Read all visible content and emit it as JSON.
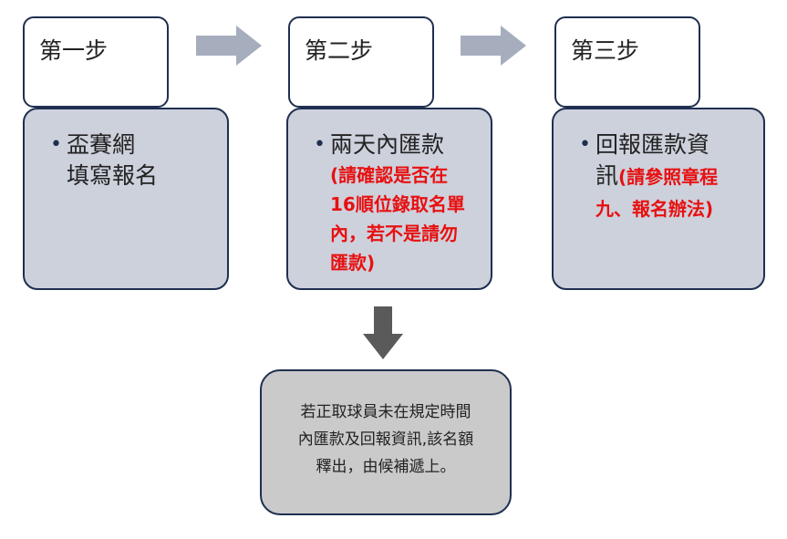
{
  "steps": [
    {
      "title": "第一步",
      "line1": "盃賽網",
      "line2": "填寫報名",
      "red": []
    },
    {
      "title": "第二步",
      "line1": "兩天內匯款",
      "red": [
        "(請確認是否在",
        "16順位錄取名單",
        "內，若不是請勿",
        "匯款)"
      ]
    },
    {
      "title": "第三步",
      "line1": "回報匯款資",
      "line2_prefix": "訊",
      "line2_red": "(請參照章程",
      "red": [
        "九、報名辦法)"
      ]
    }
  ],
  "note": {
    "lines": [
      "若正取球員未在規定時間",
      "內匯款及回報資訊,該名額",
      "釋出，由候補遞上。"
    ]
  },
  "colors": {
    "box_fill": "#cdd1dc",
    "note_fill": "#cacaca",
    "border": "#1f2f4f",
    "arrow": "#a6adbd",
    "down_arrow": "#5a5a5a",
    "highlight": "#e81010"
  }
}
